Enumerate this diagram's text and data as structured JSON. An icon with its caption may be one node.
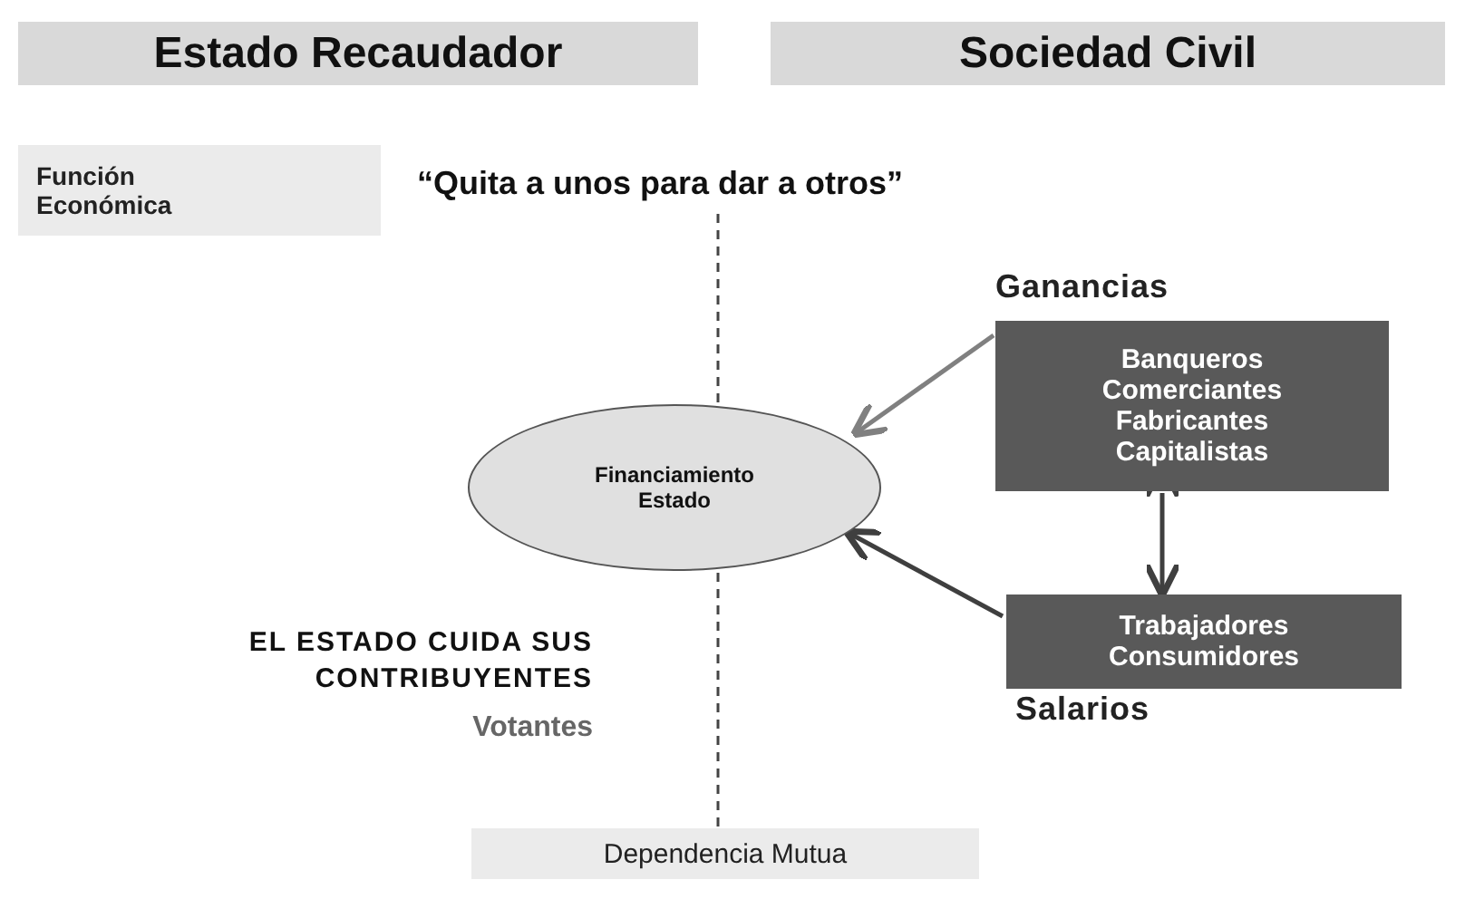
{
  "diagram": {
    "nodes": [
      {
        "text": [
          "Estado Recaudador"
        ]
      },
      {
        "text": [
          "Sociedad Civil"
        ]
      },
      {
        "text": [
          "Función Económica"
        ]
      },
      {
        "text": [
          "Financiamiento Estado"
        ]
      },
      {
        "text": [
          "Banqueros Comerciantes Fabricantes Capitalistas"
        ],
        "beside": [
          "Ganancias"
        ]
      },
      {
        "text": [
          "Trabajadores Consumidores"
        ],
        "beside": [
          "Salarios"
        ]
      },
      {
        "text": [
          "Dependencia Mutua"
        ]
      }
    ],
    "edges": [
      {
        "from": 4,
        "to": 3,
        "arrow": "to",
        "color": "#808080"
      },
      {
        "from": 5,
        "to": 3,
        "arrow": "to"
      },
      {
        "from": 4,
        "to": 5,
        "arrow": "both"
      }
    ],
    "labels": [
      "“Quita a unos para dar a otros”",
      "EL ESTADO CUIDA SUS CONTRIBUYENTES",
      "Votantes"
    ]
  }
}
